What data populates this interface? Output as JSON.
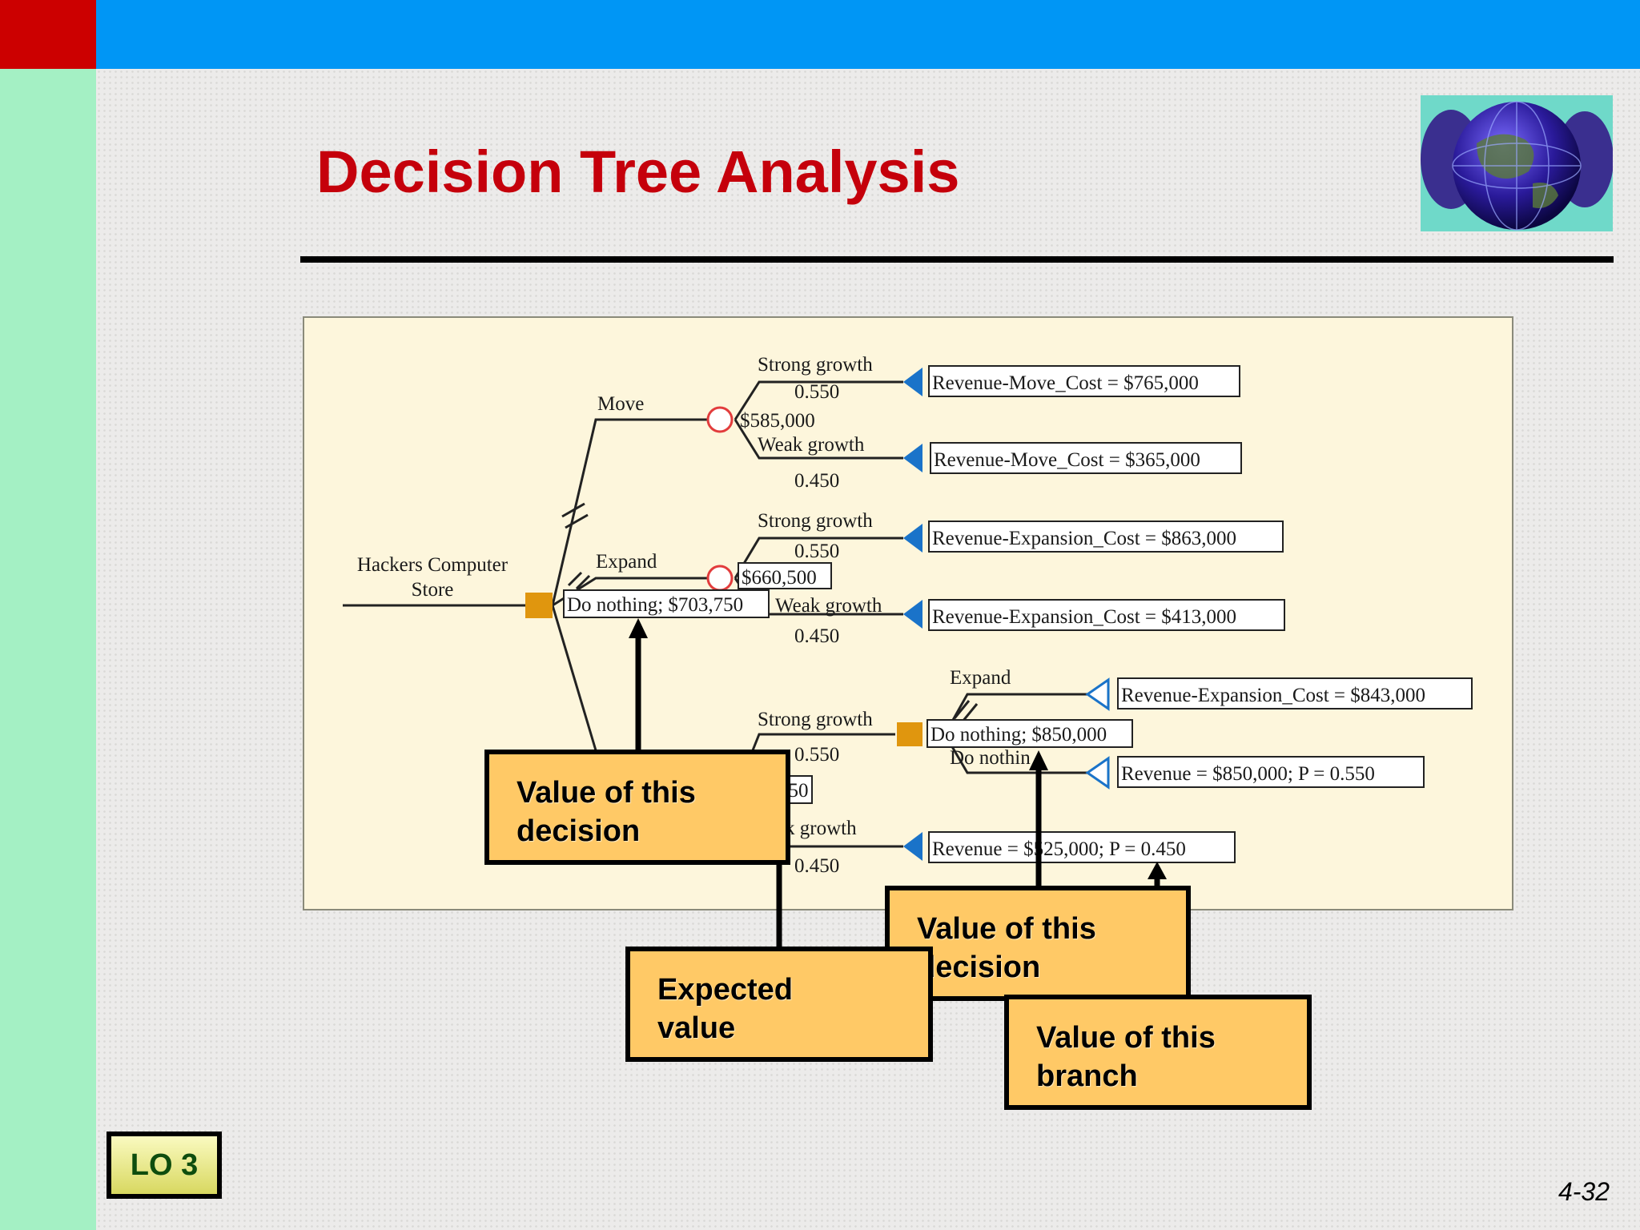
{
  "slide": {
    "title": "Decision Tree Analysis",
    "page_number": "4-32",
    "lo_badge": "LO 3"
  },
  "tree": {
    "root_label_line1": "Hackers Computer",
    "root_label_line2": "Store",
    "move": "Move",
    "expand": "Expand",
    "do_nothing_value": "Do nothing; $703,750",
    "move_ev": "$585,000",
    "expand_ev": "$660,500",
    "dn_ev_partial": "750",
    "strong_growth": "Strong growth",
    "weak_growth": "Weak growth",
    "weak_growth_partial": "k growth",
    "p_strong": "0.550",
    "p_weak": "0.450",
    "outcome_move_strong": "Revenue-Move_Cost = $765,000",
    "outcome_move_weak": "Revenue-Move_Cost = $365,000",
    "outcome_exp_strong": "Revenue-Expansion_Cost = $863,000",
    "outcome_exp_weak": "Revenue-Expansion_Cost = $413,000",
    "sub_expand": "Expand",
    "sub_do_nothing_value": "Do nothing; $850,000",
    "sub_do_nothing_partial": "Do nothin",
    "outcome_sub_expand": "Revenue-Expansion_Cost = $843,000",
    "outcome_sub_dn": "Revenue = $850,000; P = 0.550",
    "outcome_dn_weak": "Revenue = $525,000; P = 0.450"
  },
  "callouts": {
    "decision1": "Value of this\ndecision",
    "expected": "Expected\nvalue",
    "decision2": "Value of this\ndecision",
    "branch": "Value of this\nbranch"
  },
  "colors": {
    "title": "#c5000b",
    "callout_fill": "#ffc966",
    "decision_node": "#e0960e",
    "chance_node": "#e23c3c",
    "terminal": "#1a73c9"
  }
}
